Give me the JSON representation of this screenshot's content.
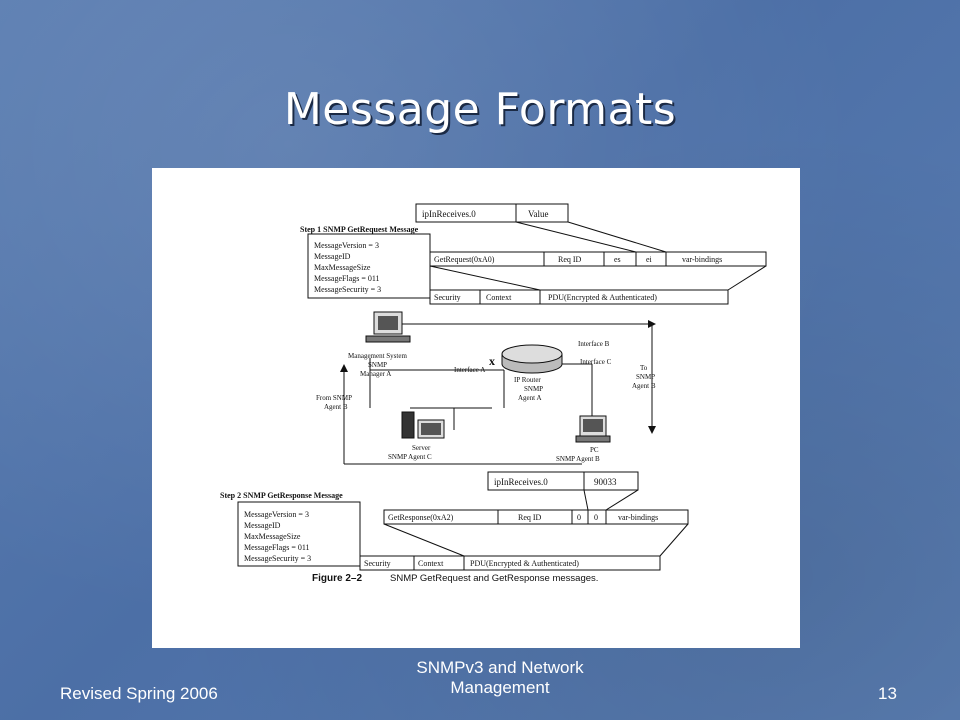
{
  "slide": {
    "title": "Message Formats",
    "footer_left": "Revised Spring 2006",
    "footer_center_line1": "SNMPv3 and Network",
    "footer_center_line2": "Management",
    "page_number": "13"
  },
  "figure": {
    "step1_title": "Step 1  SNMP GetRequest Message",
    "step1_fields": [
      "MessageVersion = 3",
      "MessageID",
      "MaxMessageSize",
      "MessageFlags = 011",
      "MessageSecurity  = 3"
    ],
    "step1_varbind_name": "ipInReceives.0",
    "step1_varbind_value": "Value",
    "step1_pdu_cells": [
      "GetRequest(0xA0)",
      "Req ID",
      "es",
      "ei",
      "var-bindings"
    ],
    "step1_bottom_cells": [
      "Security",
      "Context",
      "PDU(Encrypted & Authenticated)"
    ],
    "mgmt_label": [
      "Management System",
      "SNMP",
      "Manager A"
    ],
    "router_label": [
      "IP Router",
      "SNMP",
      "Agent A"
    ],
    "interface_a": "Interface A",
    "interface_b": "Interface B",
    "interface_c": "Interface C",
    "server_label": [
      "Server",
      "SNMP Agent C"
    ],
    "pc_label": [
      "PC",
      "SNMP Agent B"
    ],
    "to_agent_label": [
      "To",
      "SNMP",
      "Agent B"
    ],
    "from_agent_label": [
      "From SNMP",
      "Agent B"
    ],
    "step2_title": "Step 2  SNMP GetResponse Message",
    "step2_fields": [
      "MessageVersion = 3",
      "MessageID",
      "MaxMessageSize",
      "MessageFlags = 011",
      "MessageSecurity = 3"
    ],
    "step2_varbind_name": "ipInReceives.0",
    "step2_varbind_value": "90033",
    "step2_pdu_cells": [
      "GetResponse(0xA2)",
      "Req ID",
      "0",
      "0",
      "var-bindings"
    ],
    "step2_bottom_cells": [
      "Security",
      "Context",
      "PDU(Encrypted & Authenticated)"
    ],
    "caption_bold": "Figure 2–2",
    "caption_text": "SNMP GetRequest and GetResponse messages."
  }
}
